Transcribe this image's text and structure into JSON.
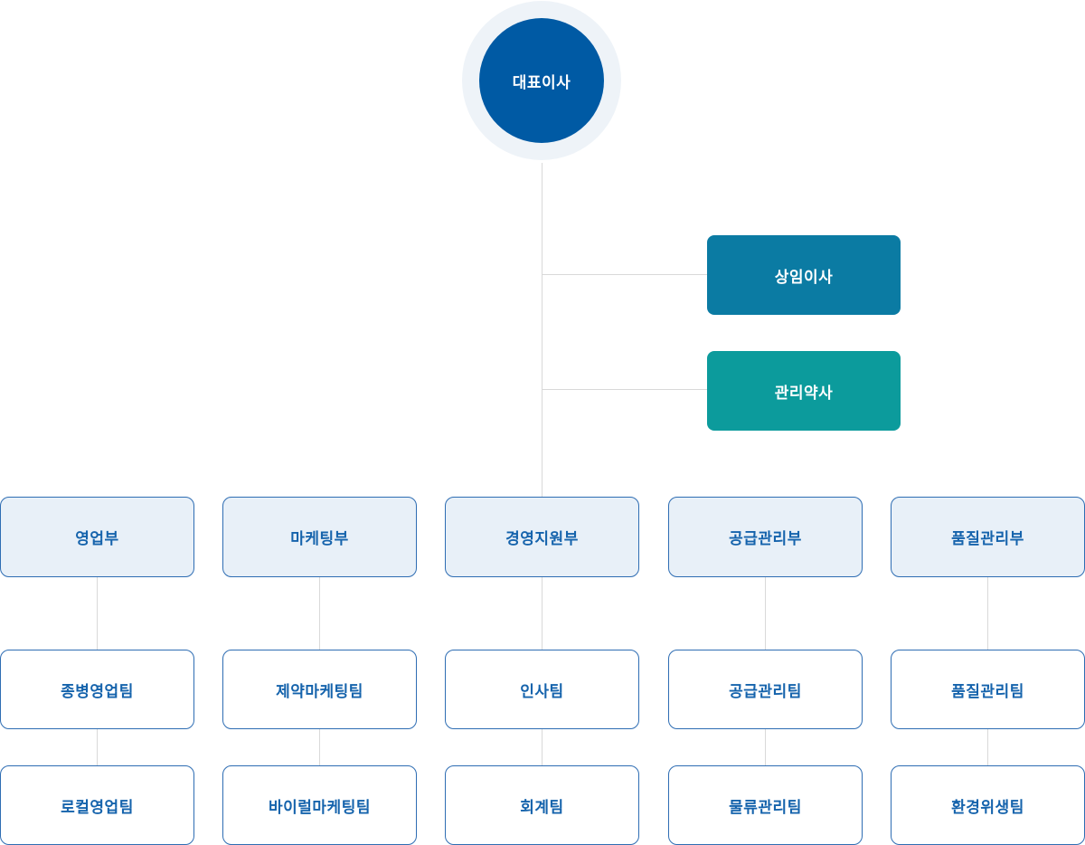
{
  "org_chart": {
    "root": {
      "label": "대표이사"
    },
    "executives": [
      {
        "label": "상임이사",
        "color": "#0b7ba3"
      },
      {
        "label": "관리약사",
        "color": "#0c9b9c"
      }
    ],
    "columns": [
      {
        "dept": "영업부",
        "teams": [
          "종병영업팀",
          "로컬영업팀"
        ]
      },
      {
        "dept": "마케팅부",
        "teams": [
          "제약마케팅팀",
          "바이럴마케팅팀"
        ]
      },
      {
        "dept": "경영지원부",
        "teams": [
          "인사팀",
          "회계팀"
        ]
      },
      {
        "dept": "공급관리부",
        "teams": [
          "공급관리팀",
          "물류관리팀"
        ]
      },
      {
        "dept": "품질관리부",
        "teams": [
          "품질관리팀",
          "환경위생팀"
        ]
      }
    ],
    "colors": {
      "ceo_circle": "#005aa4",
      "ceo_halo": "#eef3f8",
      "dept_fill": "#e8f0f8",
      "box_border": "#2e6db3",
      "box_text": "#1563ac",
      "connector": "#d9d9d9"
    }
  }
}
